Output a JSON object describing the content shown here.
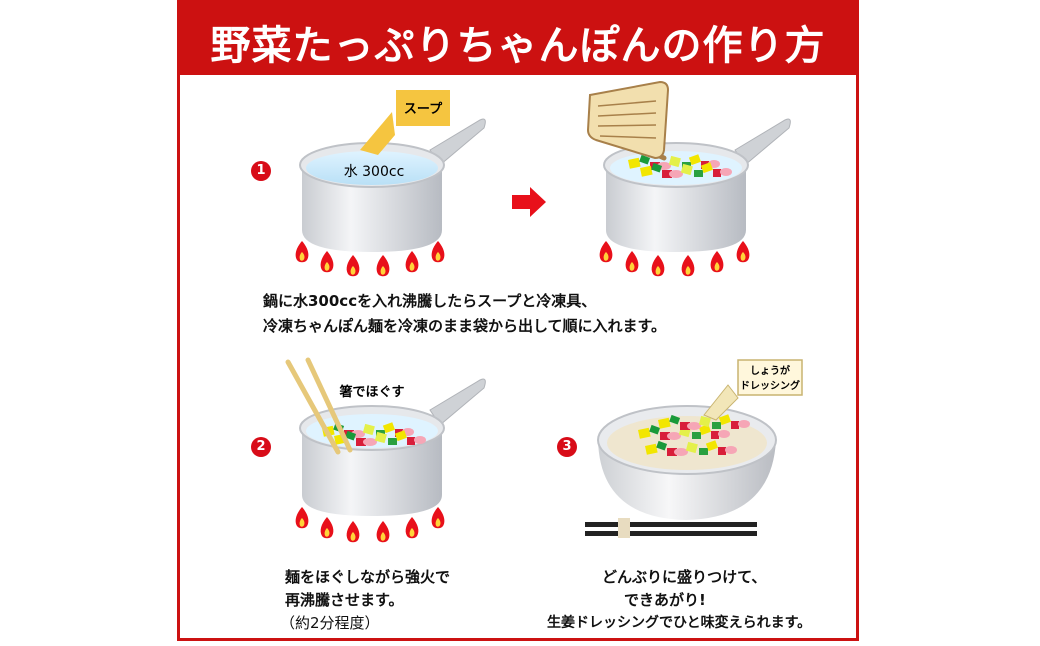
{
  "title": "野菜たっぷりちゃんぽんの作り方",
  "colors": {
    "brand_red": "#cc1111",
    "step_badge": "#d80c18",
    "flame": "#e8101a",
    "soup_packet": "#f5c540"
  },
  "step1": {
    "number": "1",
    "soup_label": "スープ",
    "water_label": "水 300cc",
    "desc_line1": "鍋に水300ccを入れ沸騰したらスープと冷凍具、",
    "desc_line2": "冷凍ちゃんぽん麺を冷凍のまま袋から出して順に入れます。"
  },
  "step2": {
    "number": "2",
    "chopsticks_label": "箸でほぐす",
    "desc_line1": "麺をほぐしながら強火で",
    "desc_line2": "再沸騰させます。",
    "desc_line3": "（約2分程度）"
  },
  "step3": {
    "number": "3",
    "dressing_line1": "しょうが",
    "dressing_line2": "ドレッシング",
    "desc_line1": "どんぶりに盛りつけて、",
    "desc_line2": "できあがり!",
    "desc_line3": "生姜ドレッシングでひと味変えられます。"
  },
  "icons": [
    "arrow-right-icon",
    "flame-icon",
    "pot-icon",
    "bowl-icon",
    "chopsticks-icon",
    "spatula-icon"
  ]
}
